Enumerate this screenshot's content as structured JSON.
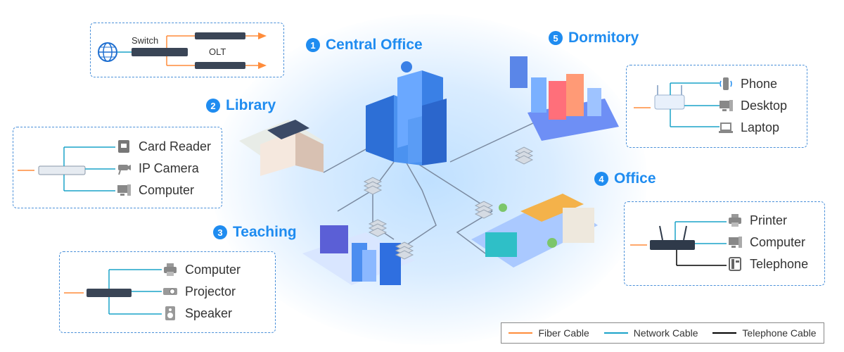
{
  "sections": {
    "central": {
      "num": "1",
      "title": "Central Office"
    },
    "dormitory": {
      "num": "5",
      "title": "Dormitory",
      "devices": [
        "Phone",
        "Desktop",
        "Laptop"
      ]
    },
    "library": {
      "num": "2",
      "title": "Library",
      "devices": [
        "Card Reader",
        "IP Camera",
        "Computer"
      ]
    },
    "office": {
      "num": "4",
      "title": "Office",
      "devices": [
        "Printer",
        "Computer",
        "Telephone"
      ]
    },
    "teaching": {
      "num": "3",
      "title": "Teaching",
      "devices": [
        "Computer",
        "Projector",
        "Speaker"
      ]
    }
  },
  "central_box": {
    "switch_label": "Switch",
    "olt_label": "OLT"
  },
  "legend": [
    {
      "label": "Fiber Cable",
      "color": "#ff8c3a"
    },
    {
      "label": "Network Cable",
      "color": "#1aa3c9"
    },
    {
      "label": "Telephone Cable",
      "color": "#000000"
    }
  ],
  "colors": {
    "accent": "#1f8cf0",
    "box_border": "#4a90d9",
    "fiber": "#ff8c3a",
    "network": "#1aa3c9",
    "telephone": "#000000"
  }
}
